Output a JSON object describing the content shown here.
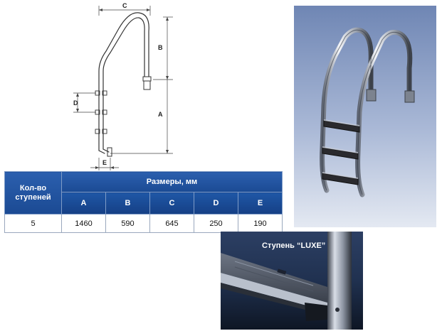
{
  "diagram": {
    "labels": {
      "a": "A",
      "b": "B",
      "c": "C",
      "d": "D",
      "e": "E"
    }
  },
  "table": {
    "qty_header_line1": "Кол-во",
    "qty_header_line2": "ступеней",
    "group_header": "Размеры, мм",
    "columns": [
      "A",
      "B",
      "C",
      "D",
      "E"
    ],
    "row": {
      "steps": "5",
      "values": [
        "1460",
        "590",
        "645",
        "250",
        "190"
      ]
    }
  },
  "step_photo": {
    "caption": "Ступень “LUXE”"
  }
}
